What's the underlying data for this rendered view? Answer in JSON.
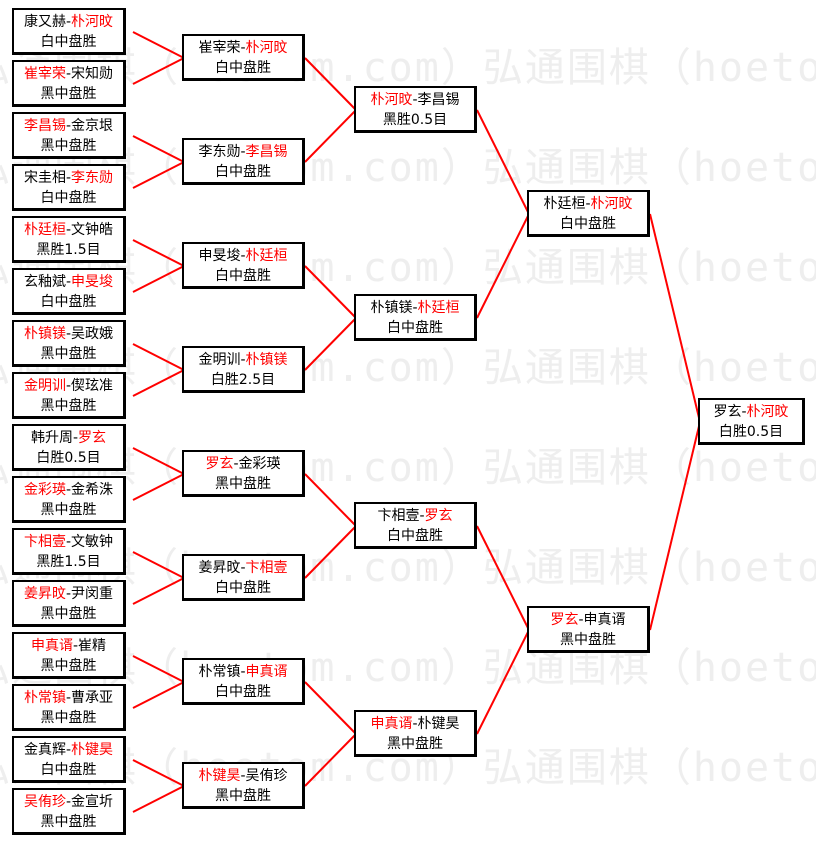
{
  "watermark": "弘通围棋（hoetom.com）弘通围棋（hoetom.com）弘通围",
  "round1": [
    {
      "p1": "康又赫",
      "p2": "朴河旼",
      "winner": 2,
      "result": "白中盘胜"
    },
    {
      "p1": "崔宰荣",
      "p2": "宋知勋",
      "winner": 1,
      "result": "黑中盘胜"
    },
    {
      "p1": "李昌锡",
      "p2": "金京垠",
      "winner": 1,
      "result": "黑中盘胜"
    },
    {
      "p1": "宋圭相",
      "p2": "李东勋",
      "winner": 2,
      "result": "白中盘胜"
    },
    {
      "p1": "朴廷桓",
      "p2": "文钟皓",
      "winner": 1,
      "result": "黑胜1.5目"
    },
    {
      "p1": "玄釉斌",
      "p2": "申旻埈",
      "winner": 2,
      "result": "白中盘胜"
    },
    {
      "p1": "朴镇镁",
      "p2": "吴政娥",
      "winner": 1,
      "result": "黑中盘胜"
    },
    {
      "p1": "金明训",
      "p2": "偰玹准",
      "winner": 1,
      "result": "黑中盘胜"
    },
    {
      "p1": "韩升周",
      "p2": "罗玄",
      "winner": 2,
      "result": "白胜0.5目"
    },
    {
      "p1": "金彩瑛",
      "p2": "金希洙",
      "winner": 1,
      "result": "黑中盘胜"
    },
    {
      "p1": "卞相壹",
      "p2": "文敏钟",
      "winner": 1,
      "result": "黑胜1.5目"
    },
    {
      "p1": "姜昇旼",
      "p2": "尹闵重",
      "winner": 1,
      "result": "黑中盘胜"
    },
    {
      "p1": "申真谞",
      "p2": "崔精",
      "winner": 1,
      "result": "黑中盘胜"
    },
    {
      "p1": "朴常镇",
      "p2": "曹承亚",
      "winner": 1,
      "result": "黑中盘胜"
    },
    {
      "p1": "金真辉",
      "p2": "朴键昊",
      "winner": 2,
      "result": "白中盘胜"
    },
    {
      "p1": "吴侑珍",
      "p2": "金宣圻",
      "winner": 1,
      "result": "黑中盘胜"
    }
  ],
  "round2": [
    {
      "p1": "崔宰荣",
      "p2": "朴河旼",
      "winner": 2,
      "result": "白中盘胜"
    },
    {
      "p1": "李东勋",
      "p2": "李昌锡",
      "winner": 2,
      "result": "白中盘胜"
    },
    {
      "p1": "申旻埈",
      "p2": "朴廷桓",
      "winner": 2,
      "result": "白中盘胜"
    },
    {
      "p1": "金明训",
      "p2": "朴镇镁",
      "winner": 2,
      "result": "白胜2.5目"
    },
    {
      "p1": "罗玄",
      "p2": "金彩瑛",
      "winner": 1,
      "result": "黑中盘胜"
    },
    {
      "p1": "姜昇旼",
      "p2": "卞相壹",
      "winner": 2,
      "result": "白中盘胜"
    },
    {
      "p1": "朴常镇",
      "p2": "申真谞",
      "winner": 2,
      "result": "白中盘胜"
    },
    {
      "p1": "朴键昊",
      "p2": "吴侑珍",
      "winner": 1,
      "result": "黑中盘胜"
    }
  ],
  "round3": [
    {
      "p1": "朴河旼",
      "p2": "李昌锡",
      "winner": 1,
      "result": "黑胜0.5目"
    },
    {
      "p1": "朴镇镁",
      "p2": "朴廷桓",
      "winner": 2,
      "result": "白中盘胜"
    },
    {
      "p1": "卞相壹",
      "p2": "罗玄",
      "winner": 2,
      "result": "白中盘胜"
    },
    {
      "p1": "申真谞",
      "p2": "朴键昊",
      "winner": 1,
      "result": "黑中盘胜"
    }
  ],
  "round4": [
    {
      "p1": "朴廷桓",
      "p2": "朴河旼",
      "winner": 2,
      "result": "白中盘胜"
    },
    {
      "p1": "罗玄",
      "p2": "申真谞",
      "winner": 1,
      "result": "黑中盘胜"
    }
  ],
  "final": [
    {
      "p1": "罗玄",
      "p2": "朴河旼",
      "winner": 2,
      "result": "白胜0.5目"
    }
  ],
  "colors": {
    "winner": "#ff0000",
    "line": "#ff0000",
    "border": "#000000",
    "watermark": "#eeeeee"
  }
}
